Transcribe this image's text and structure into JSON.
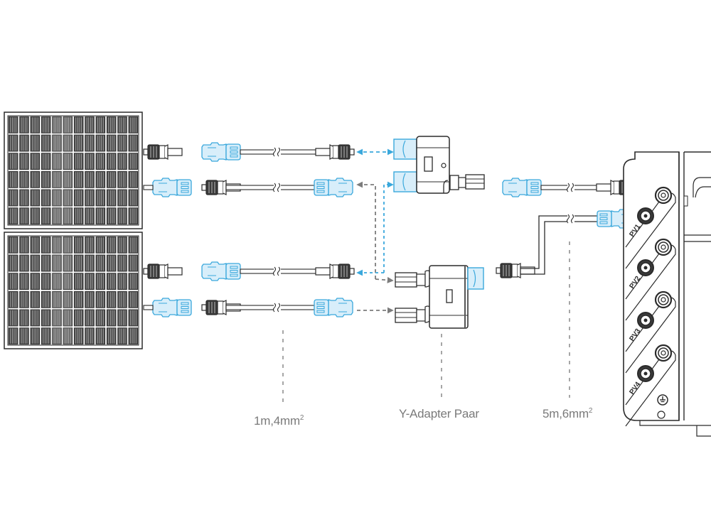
{
  "diagram": {
    "title": "Solar panels to inverter wiring with Y-adapters",
    "colors": {
      "line": "#2b2b2b",
      "connector_dark_fill": "#ffffff",
      "connector_blue_stroke": "#3aa8dc",
      "connector_blue_fill": "#d8eefa",
      "arrow_gray": "#7c7c7c",
      "arrow_blue": "#3aa8dc",
      "label_text": "#7a7a7a",
      "panel_cell": "#4a4a4a",
      "panel_frame": "#2b2b2b"
    },
    "panels": [
      {
        "name": "solar-panel-1",
        "columns": 12,
        "rows": 6
      },
      {
        "name": "solar-panel-2",
        "columns": 12,
        "rows": 6
      }
    ],
    "labels": {
      "cable_short": {
        "text": "1m,4mm",
        "superscript": "2"
      },
      "adapter": {
        "text": "Y-Adapter Paar"
      },
      "cable_long": {
        "text": "5m,6mm",
        "superscript": "2"
      }
    },
    "inverter": {
      "ports": [
        "PV1",
        "PV2",
        "PV3",
        "PV4"
      ],
      "ground_symbol": "ground-icon"
    }
  }
}
